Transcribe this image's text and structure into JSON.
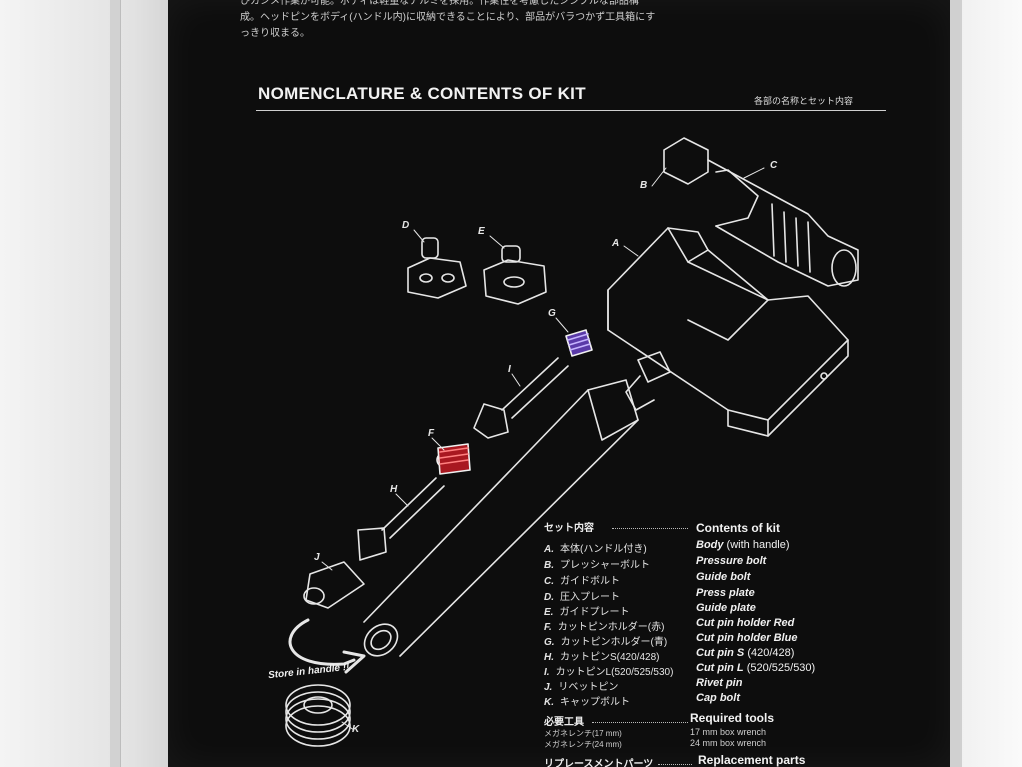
{
  "intro": {
    "line1": "ひカシメ作業が可能。ボディは軽量なアルミを採用。作業性を考慮したシンプルな部品構",
    "line2": "成。ヘッドピンをボディ(ハンドル内)に収納できることにより、部品がバラつかず工具箱にす",
    "line3": "っきり収まる。"
  },
  "heading": "NOMENCLATURE & CONTENTS OF KIT",
  "heading_jp": "各部の名称とセット内容",
  "diagram": {
    "labels": {
      "A": "A",
      "B": "B",
      "C": "C",
      "D": "D",
      "E": "E",
      "F": "F",
      "G": "G",
      "H": "H",
      "I": "I",
      "J": "J",
      "K": "K"
    },
    "store": "Store in handle !!",
    "colors": {
      "red": "#c8202a",
      "purple": "#7a58c8"
    }
  },
  "contents": {
    "jp_title": "セット内容",
    "en_title": "Contents of kit",
    "items": [
      {
        "letter": "A.",
        "jp": "本体(ハンドル付き)",
        "en": "Body",
        "en_extra": " (with handle)"
      },
      {
        "letter": "B.",
        "jp": "プレッシャーボルト",
        "en": "Pressure bolt",
        "en_extra": ""
      },
      {
        "letter": "C.",
        "jp": "ガイドボルト",
        "en": "Guide bolt",
        "en_extra": ""
      },
      {
        "letter": "D.",
        "jp": "圧入プレート",
        "en": "Press plate",
        "en_extra": ""
      },
      {
        "letter": "E.",
        "jp": "ガイドプレート",
        "en": "Guide plate",
        "en_extra": ""
      },
      {
        "letter": "F.",
        "jp": "カットピンホルダー(赤)",
        "en": "Cut pin holder Red",
        "en_extra": ""
      },
      {
        "letter": "G.",
        "jp": "カットピンホルダー(青)",
        "en": "Cut pin holder Blue",
        "en_extra": ""
      },
      {
        "letter": "H.",
        "jp": "カットピンS(420/428)",
        "en": "Cut pin S",
        "en_extra": " (420/428)"
      },
      {
        "letter": "I.",
        "jp": "カットピンL(520/525/530)",
        "en": "Cut pin L",
        "en_extra": " (520/525/530)"
      },
      {
        "letter": "J.",
        "jp": "リベットピン",
        "en": "Rivet pin",
        "en_extra": ""
      },
      {
        "letter": "K.",
        "jp": "キャップボルト",
        "en": "Cap bolt",
        "en_extra": ""
      }
    ]
  },
  "required": {
    "jp_title": "必要工具",
    "en_title": "Required tools",
    "jp1": "メガネレンチ(17 mm)",
    "jp2": "メガネレンチ(24 mm)",
    "en1": "17 mm box wrench",
    "en2": "24 mm box wrench"
  },
  "replacement": {
    "jp_title": "リプレースメントパーツ",
    "en_title": "Replacement parts"
  }
}
